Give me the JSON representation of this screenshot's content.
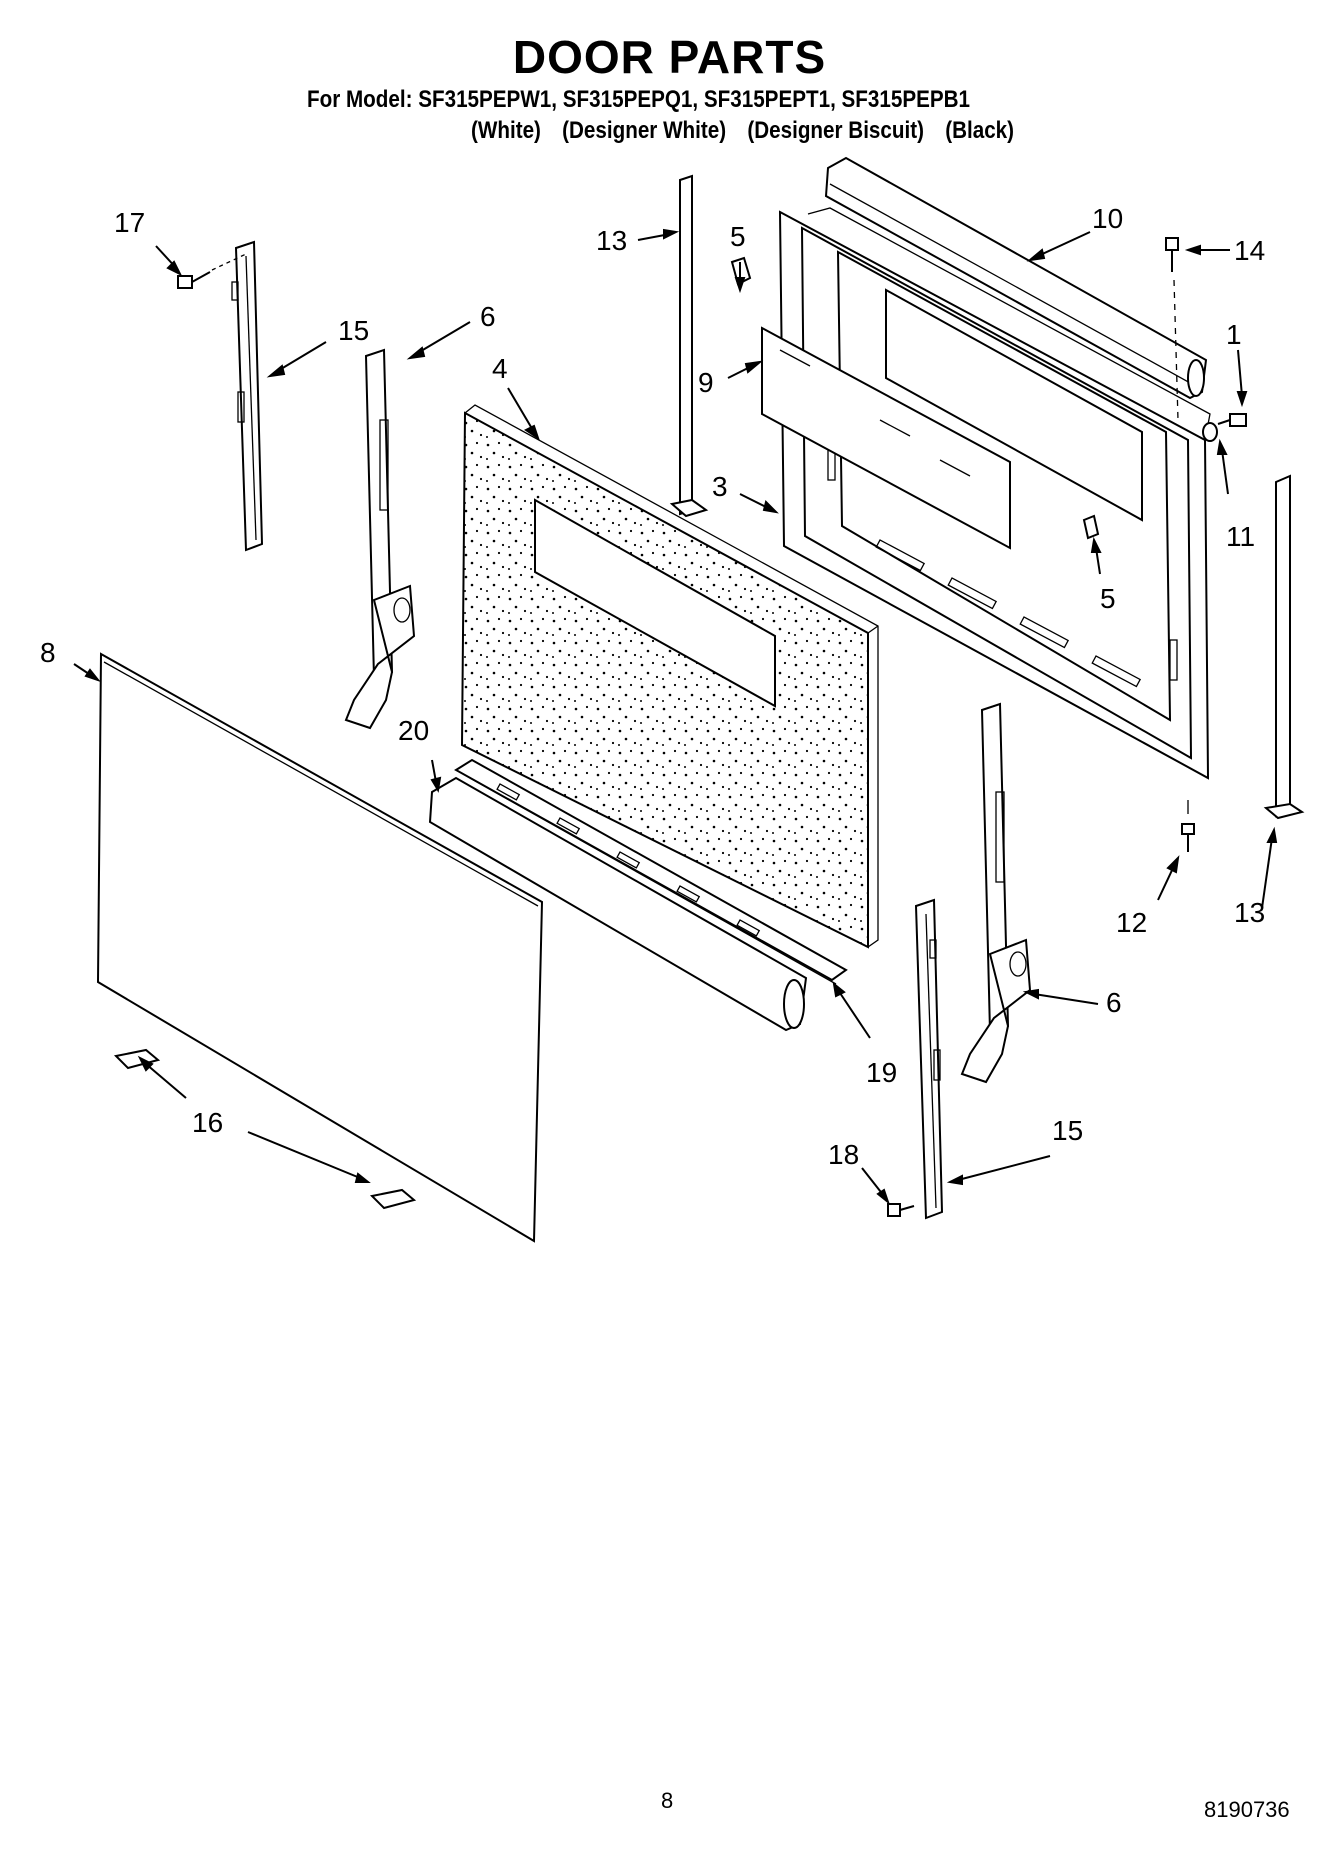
{
  "header": {
    "title": "DOOR PARTS",
    "models_line": "For Model: SF315PEPW1, SF315PEPQ1, SF315PEPT1, SF315PEPB1",
    "variants": [
      "(White)",
      "(Designer White)",
      "(Designer Biscuit)",
      "(Black)"
    ]
  },
  "callouts": [
    "17",
    "15",
    "6",
    "4",
    "13",
    "5",
    "9",
    "3",
    "10",
    "14",
    "1",
    "11",
    "5",
    "8",
    "20",
    "12",
    "13",
    "6",
    "19",
    "16",
    "15",
    "18"
  ],
  "footer": {
    "page_number": "8",
    "document_number": "8190736"
  }
}
